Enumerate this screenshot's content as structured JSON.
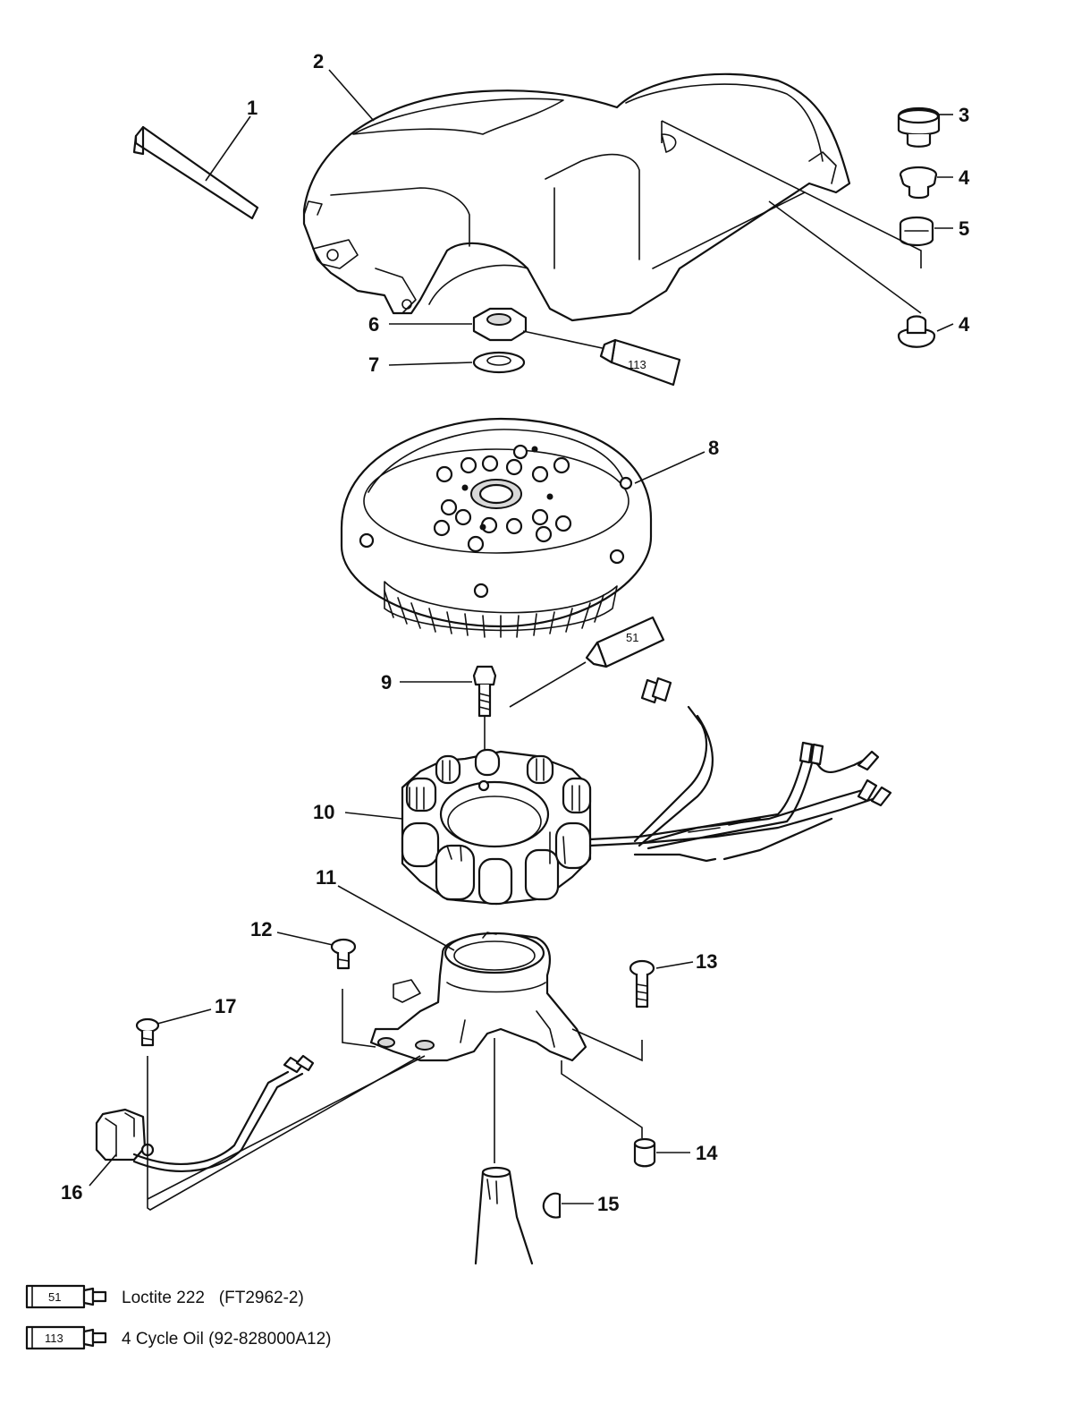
{
  "callouts": {
    "c1": "1",
    "c2": "2",
    "c3": "3",
    "c4a": "4",
    "c5": "5",
    "c4b": "4",
    "c6": "6",
    "c7": "7",
    "c8": "8",
    "c9": "9",
    "c10": "10",
    "c11": "11",
    "c12": "12",
    "c13": "13",
    "c14": "14",
    "c15": "15",
    "c16": "16",
    "c17": "17"
  },
  "tubes": {
    "oil_code": "113",
    "loctite_code": "51"
  },
  "legend": [
    {
      "code": "51",
      "text": "Loctite 222   (FT2962-2)"
    },
    {
      "code": "113",
      "text": "4 Cycle Oil (92-828000A12)"
    }
  ]
}
